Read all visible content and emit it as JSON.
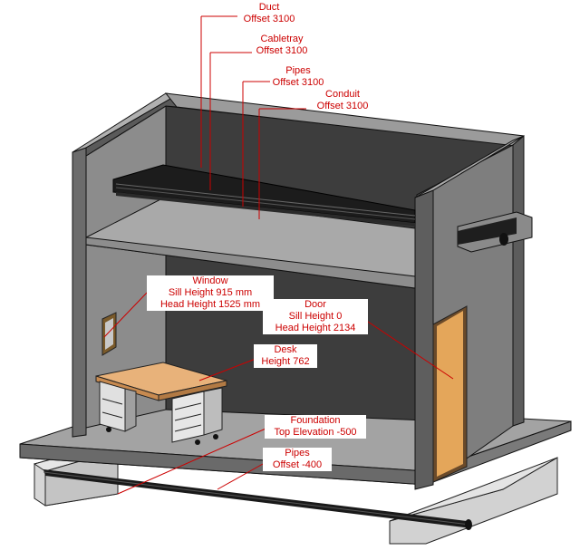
{
  "annotations": {
    "duct": {
      "title": "Duct",
      "detail": "Offset 3100"
    },
    "cabletray": {
      "title": "Cabletray",
      "detail": "Offset 3100"
    },
    "pipes_top": {
      "title": "Pipes",
      "detail": "Offset 3100"
    },
    "conduit": {
      "title": "Conduit",
      "detail": "Offset 3100"
    },
    "window": {
      "title": "Window",
      "sill": "Sill Height 915 mm",
      "head": "Head Height 1525 mm"
    },
    "door": {
      "title": "Door",
      "sill": "Sill Height 0",
      "head": "Head Height 2134"
    },
    "desk": {
      "title": "Desk",
      "detail": "Height 762"
    },
    "foundation": {
      "title": "Foundation",
      "detail": "Top Elevation -500"
    },
    "pipes_bottom": {
      "title": "Pipes",
      "detail": "Offset -400"
    }
  },
  "colors": {
    "annotation": "#cc0000",
    "wall_dark": "#3c3c3c",
    "wall_mid": "#6e6e6e",
    "wall_light": "#9a9a9a",
    "slab": "#9e9e9e",
    "foundation": "#cfcfcf",
    "desk_top": "#e8b27a",
    "door": "#e0a050"
  }
}
